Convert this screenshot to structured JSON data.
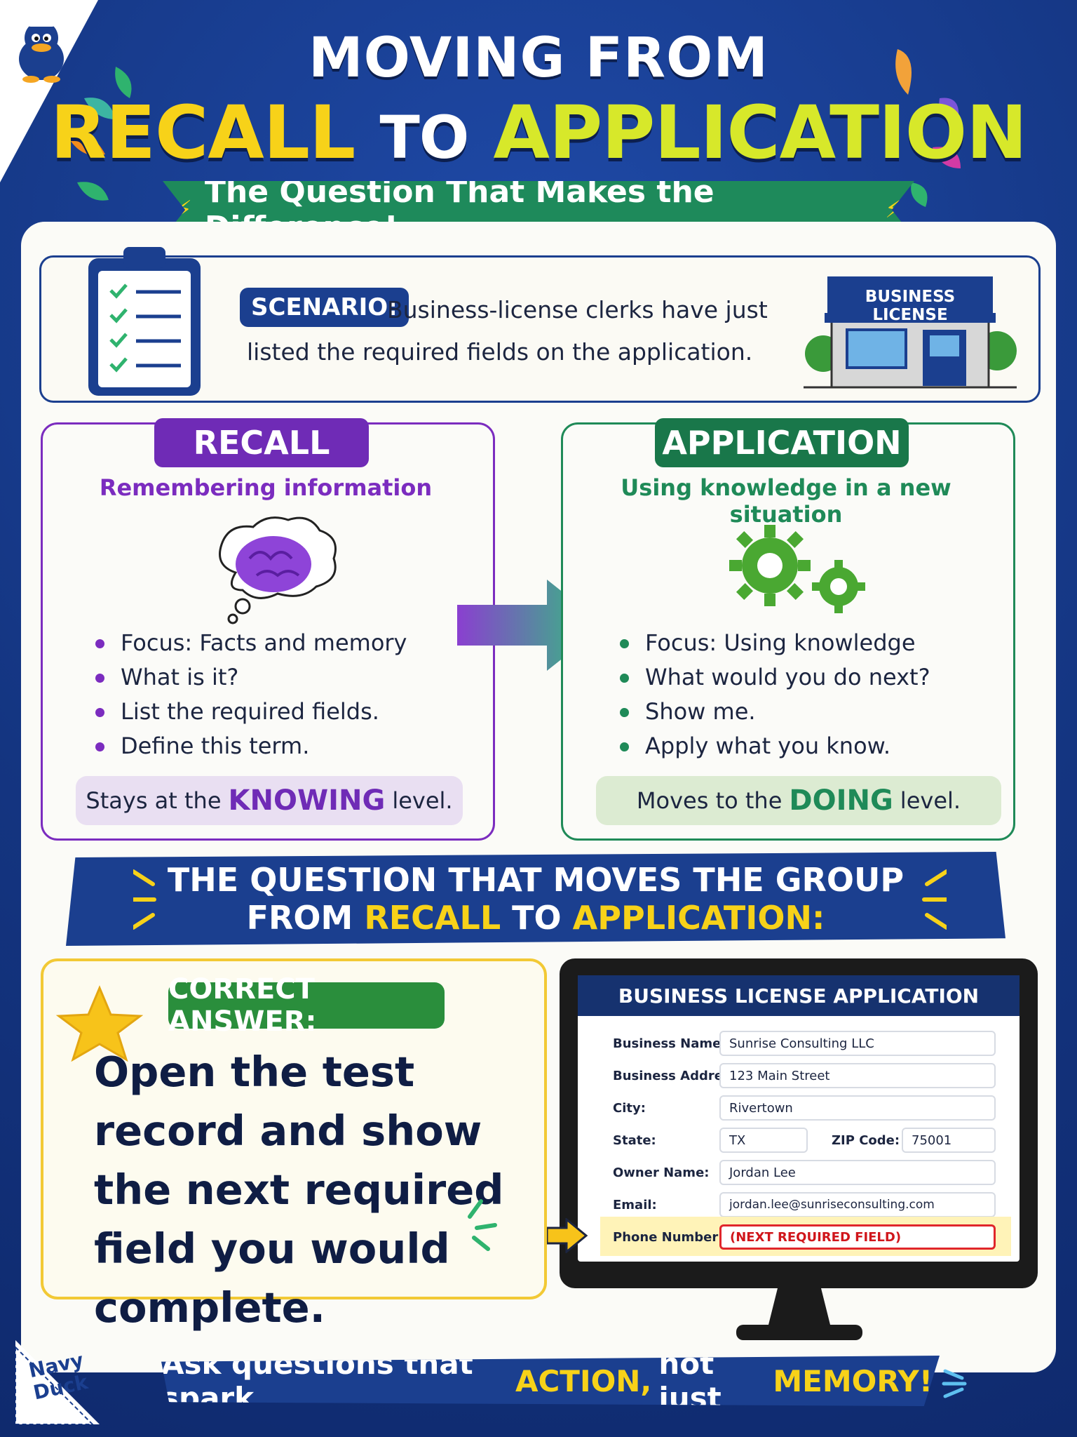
{
  "header": {
    "line1": "MOVING FROM",
    "line2_a": "RECALL",
    "line2_b": "TO",
    "line2_c": "APPLICATION",
    "ribbon": "The Question That Makes the Difference!"
  },
  "scenario": {
    "label": "SCENARIO:",
    "text": "Business-license clerks have just listed the required fields on the application.",
    "building_sign": "BUSINESS LICENSE"
  },
  "recall": {
    "title": "RECALL",
    "subtitle": "Remembering information",
    "bullets": [
      "Focus: Facts and memory",
      "What is it?",
      "List the required fields.",
      "Define this term."
    ],
    "footer_pre": "Stays at the",
    "footer_key": "KNOWING",
    "footer_post": "level."
  },
  "application": {
    "title": "APPLICATION",
    "subtitle": "Using knowledge in a new situation",
    "bullets": [
      "Focus: Using knowledge",
      "What would you do next?",
      "Show me.",
      "Apply what you know."
    ],
    "footer_pre": "Moves to the",
    "footer_key": "DOING",
    "footer_post": "level."
  },
  "banner": {
    "line1": "THE QUESTION THAT MOVES THE GROUP",
    "line2_a": "FROM",
    "line2_b": "RECALL",
    "line2_c": "TO",
    "line2_d": "APPLICATION:"
  },
  "answer": {
    "label": "CORRECT ANSWER:",
    "text": "Open the test record and show the next required field you would complete."
  },
  "form": {
    "title": "BUSINESS LICENSE APPLICATION",
    "business_name_label": "Business Name:",
    "business_name": "Sunrise Consulting LLC",
    "address_label": "Business Address:",
    "address": "123 Main Street",
    "city_label": "City:",
    "city": "Rivertown",
    "state_label": "State:",
    "state": "TX",
    "zip_label": "ZIP Code:",
    "zip": "75001",
    "owner_label": "Owner Name:",
    "owner": "Jordan Lee",
    "email_label": "Email:",
    "email": "jordan.lee@sunriseconsulting.com",
    "phone_label": "Phone Number:",
    "phone": "(NEXT REQUIRED FIELD)"
  },
  "footer": {
    "pre": "Ask questions that spark",
    "key1": "ACTION,",
    "mid": "not just",
    "key2": "MEMORY!"
  },
  "logo": {
    "line1": "Navy",
    "line2": "Duck"
  },
  "colors": {
    "navy": "#1b3f8f",
    "purple": "#6f2bb6",
    "green": "#1f8a58",
    "yellow": "#f7d219"
  }
}
